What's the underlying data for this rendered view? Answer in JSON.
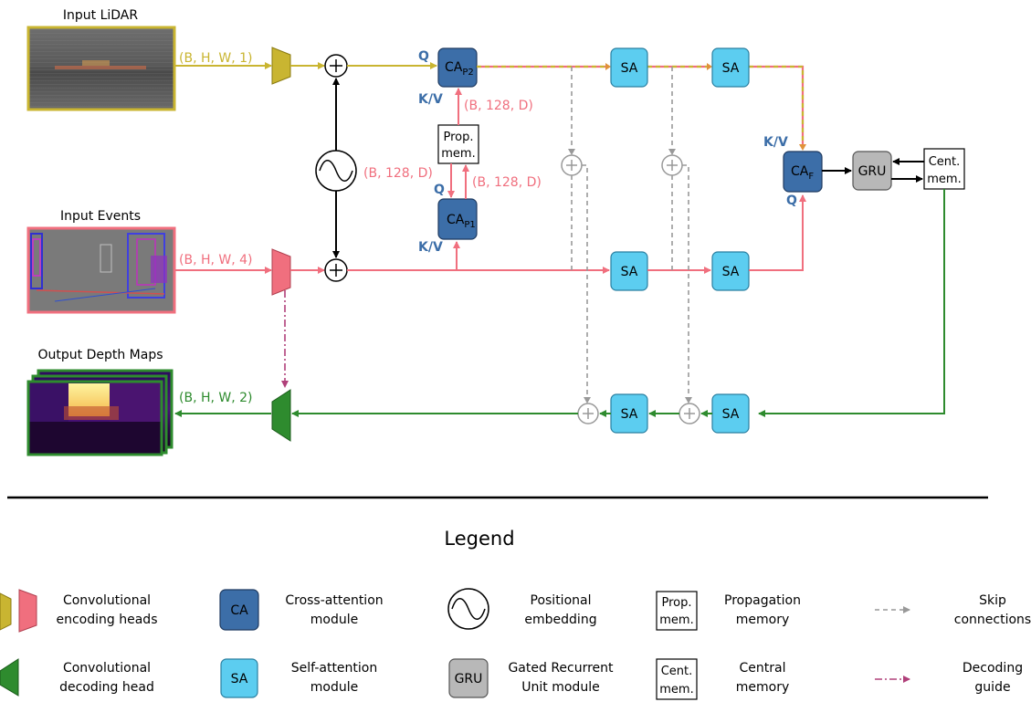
{
  "inputs": {
    "lidar_label": "Input LiDAR",
    "events_label": "Input Events",
    "output_label": "Output Depth Maps"
  },
  "dims": {
    "lidar": "(B, H, W, 1)",
    "events": "(B, H, W, 4)",
    "output": "(B, H, W, 2)",
    "kv_top": "(B, 128, D)",
    "mem_left": "(B, 128, D)",
    "mem_right": "(B, 128, D)"
  },
  "labels": {
    "q": "Q",
    "kv": "K/V",
    "ca": "CA",
    "sub_p2": "P2",
    "sub_p1": "P1",
    "sub_f": "F",
    "sa": "SA",
    "gru": "GRU",
    "prop_line1": "Prop.",
    "prop_line2": "mem.",
    "cent_line1": "Cent.",
    "cent_line2": "mem."
  },
  "legend": {
    "title": "Legend",
    "items": [
      {
        "line1": "Convolutional",
        "line2": "encoding heads"
      },
      {
        "line1": "Cross-attention",
        "line2": "module"
      },
      {
        "line1": "Positional",
        "line2": "embedding"
      },
      {
        "line1": "Propagation",
        "line2": "memory"
      },
      {
        "line1": "Skip",
        "line2": "connections"
      },
      {
        "line1": "Convolutional",
        "line2": "decoding head"
      },
      {
        "line1": "Self-attention",
        "line2": "module"
      },
      {
        "line1": "Gated Recurrent",
        "line2": "Unit module"
      },
      {
        "line1": "Central",
        "line2": "memory"
      },
      {
        "line1": "Decoding",
        "line2": "guide"
      }
    ]
  },
  "colors": {
    "lidar": "#c9b531",
    "events": "#f06f7e",
    "output": "#2e8b2e",
    "ca_fill": "#3c6ea8",
    "sa_fill": "#5ccdf0",
    "gru_fill": "#b8b8b8",
    "skip": "#999999",
    "decoding_guide": "#b0407a",
    "qkv_text": "#3c6ea8"
  }
}
